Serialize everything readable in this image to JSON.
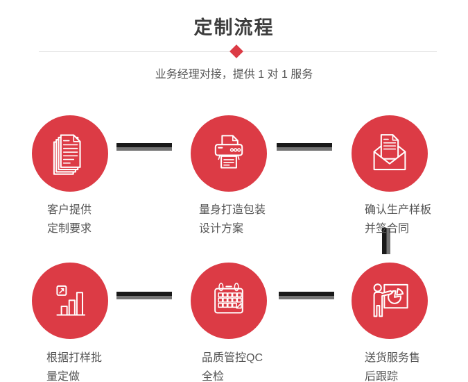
{
  "header": {
    "title": "定制流程",
    "subtitle": "业务经理对接，提供 1 对 1 服务"
  },
  "colors": {
    "accent_red": "#dc3b45",
    "connector_dark": "#191919",
    "connector_gray": "#747474",
    "divider": "#dedede",
    "heading_text": "#3d3d3d",
    "body_text": "#555555"
  },
  "steps": [
    {
      "icon": "documents-icon",
      "lines": [
        "客户提供",
        "定制要求"
      ]
    },
    {
      "icon": "printer-icon",
      "lines": [
        "量身打造包装",
        "设计方案"
      ]
    },
    {
      "icon": "envelope-letter-icon",
      "lines": [
        "确认生产样板",
        "并签合同"
      ]
    },
    {
      "icon": "bar-chart-icon",
      "lines": [
        "根据打样批",
        "量定做"
      ]
    },
    {
      "icon": "calendar-icon",
      "lines": [
        "品质管控QC",
        "全检"
      ]
    },
    {
      "icon": "presentation-icon",
      "lines": [
        "送货服务售",
        "后跟踪"
      ]
    }
  ]
}
